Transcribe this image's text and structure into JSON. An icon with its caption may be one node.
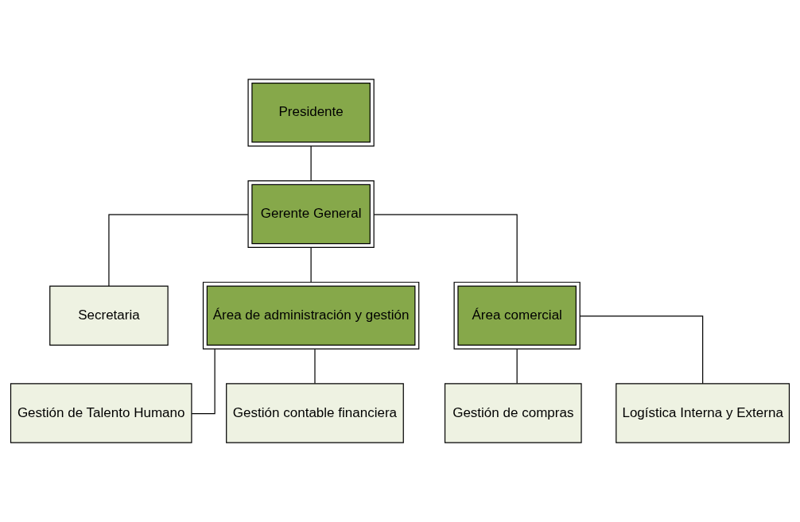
{
  "diagram": {
    "nodes": [
      {
        "text": [
          "Presidente"
        ]
      },
      {
        "text": [
          "Gerente General"
        ]
      },
      {
        "text": [
          "Secretaria"
        ]
      },
      {
        "text": [
          "Área de administración y gestión"
        ]
      },
      {
        "text": [
          "Área comercial"
        ]
      },
      {
        "text": [
          "Gestión de Talento Humano"
        ]
      },
      {
        "text": [
          "Gestión contable financiera"
        ]
      },
      {
        "text": [
          "Gestión de compras"
        ]
      },
      {
        "text": [
          "Logística Interna y Externa"
        ]
      }
    ],
    "edges": [
      {
        "from": 0,
        "to": 1,
        "arrow": "none"
      },
      {
        "from": 1,
        "to": 2,
        "arrow": "none"
      },
      {
        "from": 1,
        "to": 3,
        "arrow": "none"
      },
      {
        "from": 1,
        "to": 4,
        "arrow": "none"
      },
      {
        "from": 3,
        "to": 5,
        "arrow": "none"
      },
      {
        "from": 3,
        "to": 6,
        "arrow": "none"
      },
      {
        "from": 4,
        "to": 7,
        "arrow": "none"
      },
      {
        "from": 4,
        "to": 8,
        "arrow": "none"
      }
    ]
  }
}
